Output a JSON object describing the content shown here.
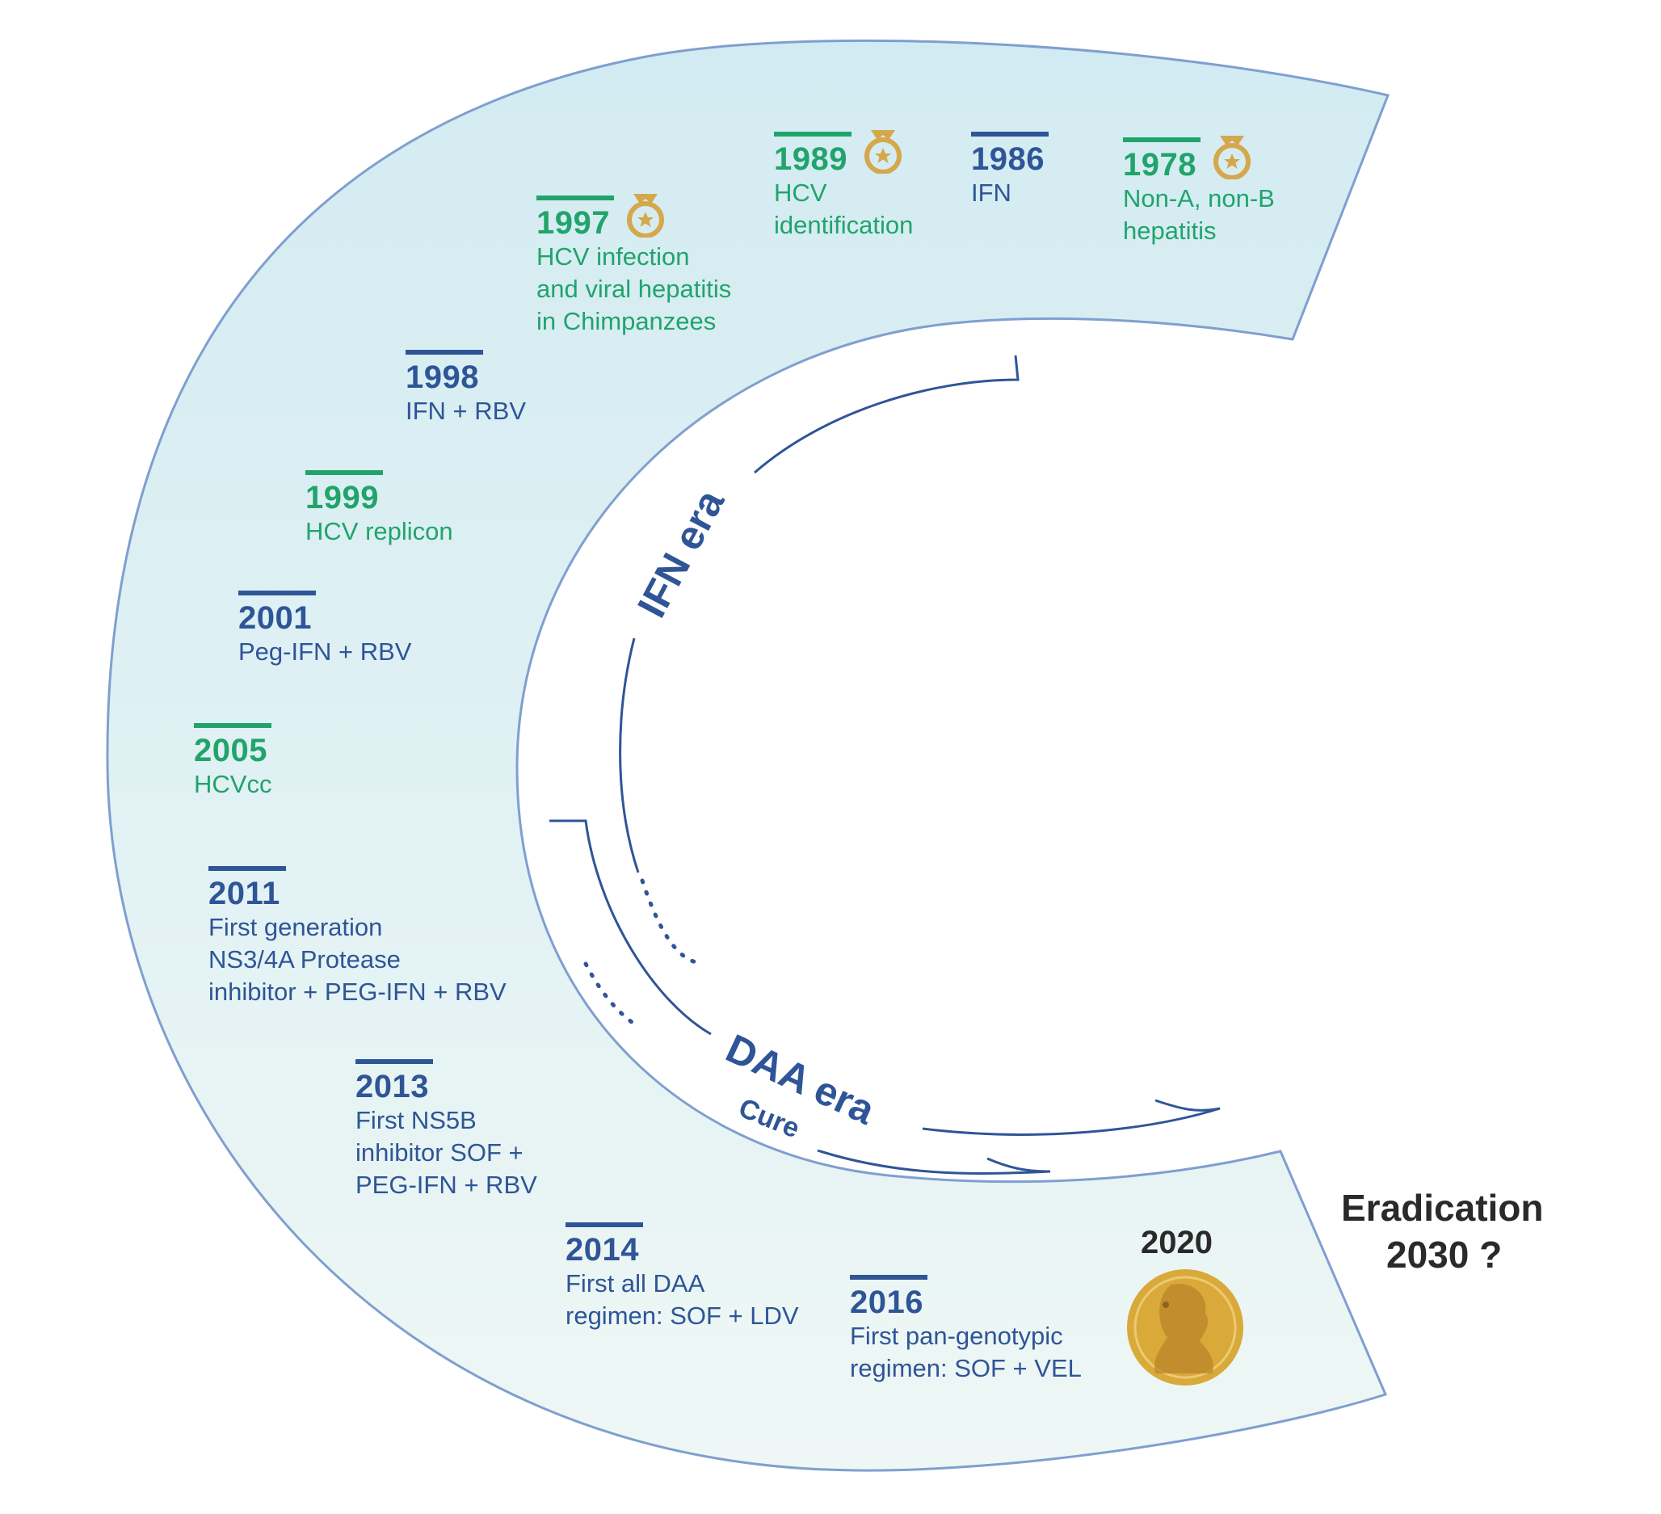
{
  "events": [
    {
      "id": "1978",
      "year": "1978",
      "text": "Non-A, non-B\nhepatitis",
      "category": "discovery",
      "nobel_medal": true
    },
    {
      "id": "1986",
      "year": "1986",
      "text": "IFN",
      "category": "therapy",
      "nobel_medal": false
    },
    {
      "id": "1989",
      "year": "1989",
      "text": "HCV\nidentification",
      "category": "discovery",
      "nobel_medal": true
    },
    {
      "id": "1997",
      "year": "1997",
      "text": "HCV infection\nand viral hepatitis\nin Chimpanzees",
      "category": "discovery",
      "nobel_medal": true
    },
    {
      "id": "1998",
      "year": "1998",
      "text": "IFN + RBV",
      "category": "therapy",
      "nobel_medal": false
    },
    {
      "id": "1999",
      "year": "1999",
      "text": "HCV replicon",
      "category": "discovery",
      "nobel_medal": false
    },
    {
      "id": "2001",
      "year": "2001",
      "text": "Peg-IFN + RBV",
      "category": "therapy",
      "nobel_medal": false
    },
    {
      "id": "2005",
      "year": "2005",
      "text": "HCVcc",
      "category": "discovery",
      "nobel_medal": false
    },
    {
      "id": "2011",
      "year": "2011",
      "text": "First generation\nNS3/4A Protease\ninhibitor + PEG-IFN + RBV",
      "category": "therapy",
      "nobel_medal": false
    },
    {
      "id": "2013",
      "year": "2013",
      "text": "First NS5B\ninhibitor SOF +\nPEG-IFN + RBV",
      "category": "therapy",
      "nobel_medal": false
    },
    {
      "id": "2014",
      "year": "2014",
      "text": "First all DAA\nregimen: SOF + LDV",
      "category": "therapy",
      "nobel_medal": false
    },
    {
      "id": "2016",
      "year": "2016",
      "text": "First pan-genotypic\nregimen: SOF + VEL",
      "category": "therapy",
      "nobel_medal": false
    }
  ],
  "nobel": {
    "year": "2020",
    "icon": "nobel-medal-icon"
  },
  "eras": {
    "ifn": "IFN era",
    "daa": "DAA era",
    "cure": "Cure"
  },
  "eradication": {
    "line1": "Eradication",
    "line2": "2030 ?"
  },
  "colors": {
    "therapy": "#2f5597",
    "discovery": "#21a46b",
    "band_top": "#d2ebf2",
    "band_bottom": "#eef7f5",
    "band_outline": "#7f9fd0",
    "medal": "#d4a84b",
    "nobel_gold": "#d9a93a",
    "title_text": "#2a2a2a"
  }
}
